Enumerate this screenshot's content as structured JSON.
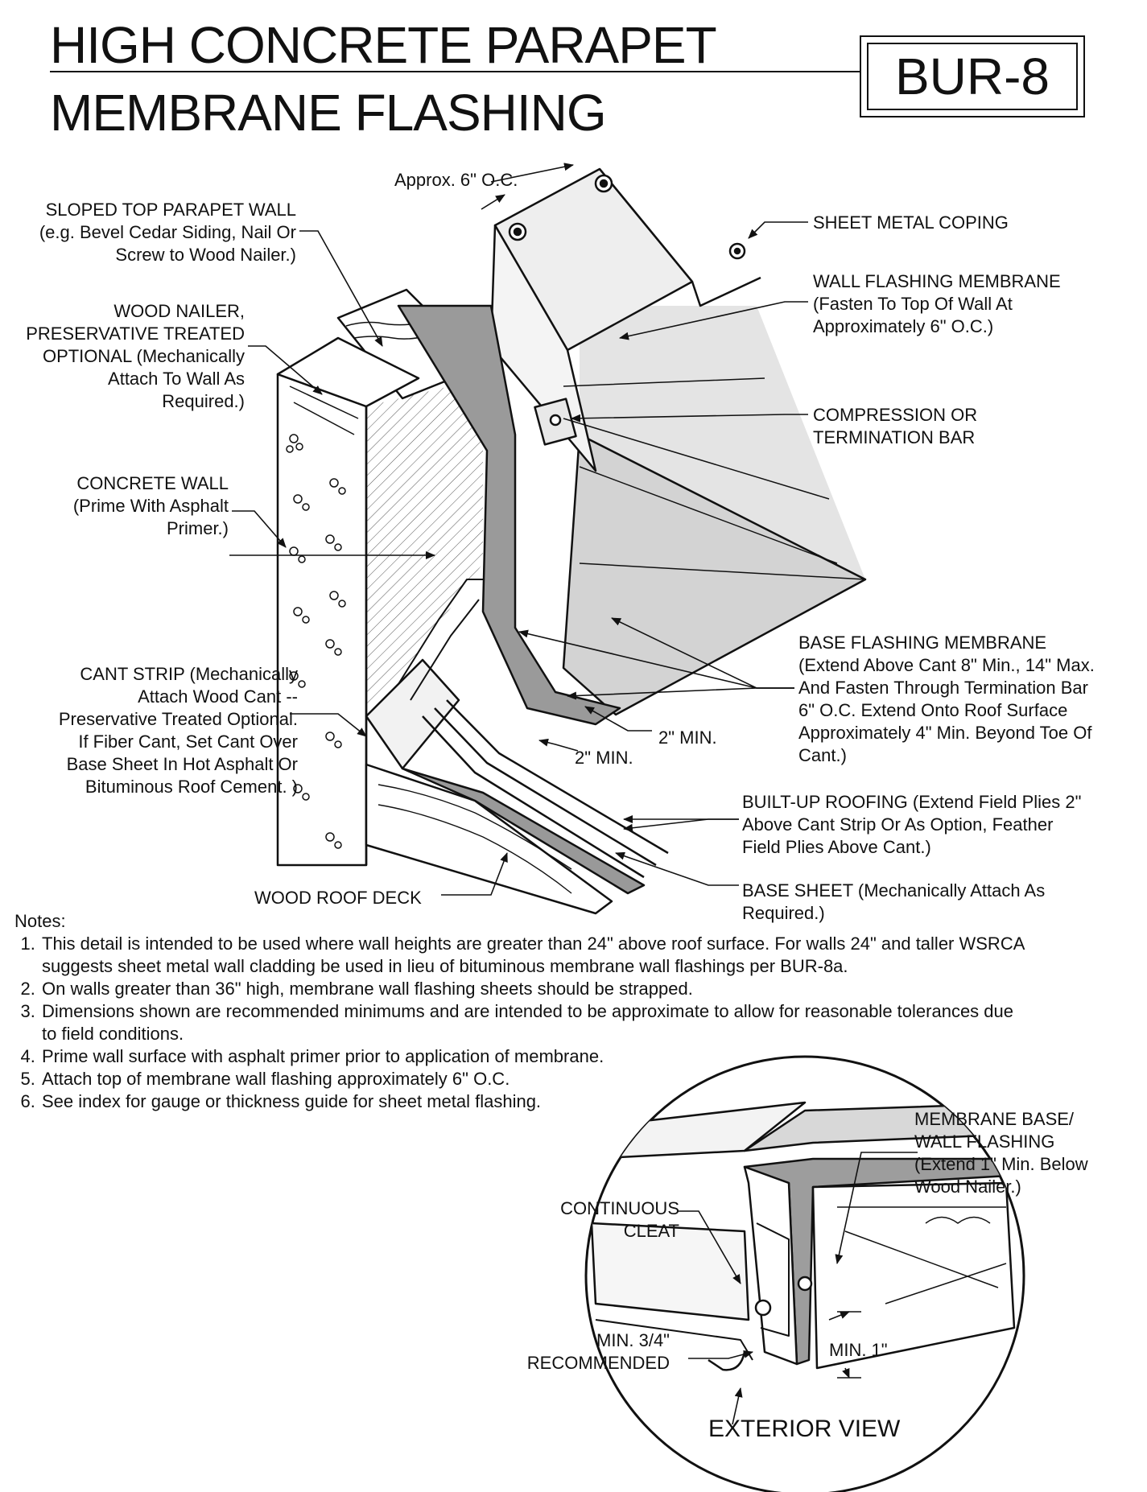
{
  "title": {
    "line1": "HIGH CONCRETE  PARAPET",
    "line2": "MEMBRANE FLASHING"
  },
  "badge": "BUR-8",
  "labels": {
    "spacing": "Approx. 6\" O.C.",
    "sloped_top": "SLOPED TOP PARAPET WALL\n(e.g. Bevel Cedar Siding, Nail Or\nScrew to Wood Nailer.)",
    "wood_nailer": "WOOD NAILER,\nPRESERVATIVE TREATED\nOPTIONAL  (Mechanically\nAttach To Wall As\nRequired.)",
    "concrete_wall": "CONCRETE WALL\n(Prime With Asphalt\nPrimer.)",
    "cant_strip": "CANT STRIP  (Mechanically\nAttach Wood Cant --\nPreservative Treated Optional.\nIf Fiber Cant, Set Cant Over\nBase Sheet In Hot Asphalt Or\nBituminous Roof Cement. )",
    "wood_roof_deck": "WOOD ROOF DECK",
    "coping": "SHEET METAL COPING",
    "wall_flashing": "WALL FLASHING MEMBRANE\n(Fasten To Top Of Wall At\nApproximately 6\" O.C.)",
    "compression_bar": "COMPRESSION OR\nTERMINATION BAR",
    "base_flashing": "BASE FLASHING MEMBRANE\n(Extend Above Cant 8\" Min., 14\" Max.\nAnd Fasten Through Termination Bar\n6\" O.C.  Extend Onto Roof Surface\nApproximately 4\" Min. Beyond Toe Of\nCant.)",
    "min2_a": "2\" MIN.",
    "min2_b": "2\" MIN.",
    "built_up": "BUILT-UP ROOFING  (Extend Field Plies 2\"\nAbove Cant Strip Or As Option, Feather\nField Plies Above Cant.)",
    "base_sheet": "BASE SHEET  (Mechanically Attach As\nRequired.)",
    "membrane_base": "MEMBRANE BASE/\nWALL FLASHING\n(Extend 1\" Min. Below\nWood Nailer.)",
    "continuous_cleat": "CONTINUOUS\nCLEAT",
    "min_3_4": "MIN. 3/4\"\nRECOMMENDED",
    "min_1": "MIN. 1\"",
    "exterior_view": "EXTERIOR VIEW"
  },
  "notes": {
    "heading": "Notes:",
    "items": [
      "This detail is intended to be used where wall heights are greater than 24\" above roof surface. For walls 24\" and taller WSRCA suggests sheet metal wall cladding be used in lieu of bituminous membrane wall flashings per BUR-8a.",
      "On walls greater than 36\" high, membrane wall flashing sheets should be strapped.",
      "Dimensions shown are recommended minimums and are intended to be approximate to allow for reasonable tolerances due to field conditions.",
      "Prime wall surface with asphalt primer prior to application of membrane.",
      "Attach top of membrane wall flashing approximately 6\" O.C.",
      "See index for gauge or thickness guide for sheet metal flashing."
    ]
  }
}
